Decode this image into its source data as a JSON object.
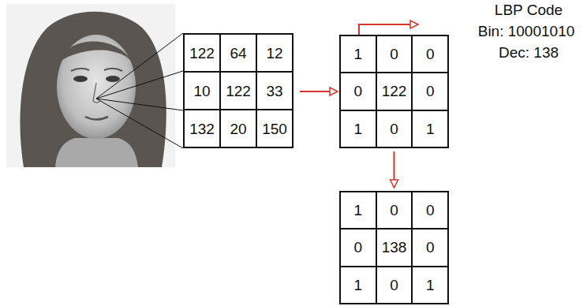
{
  "diagram": {
    "nodes": [
      {
        "text": [
          "122",
          "64",
          "12",
          "10",
          "122",
          "33",
          "132",
          "20",
          "150"
        ]
      },
      {
        "text": [
          "1",
          "0",
          "0",
          "0",
          "122",
          "0",
          "1",
          "0",
          "1"
        ]
      },
      {
        "text": [
          "1",
          "0",
          "0",
          "0",
          "138",
          "0",
          "1",
          "0",
          "1"
        ]
      }
    ],
    "edges": [
      {
        "from": 0,
        "to": 1,
        "arrow": "to"
      },
      {
        "from": 1,
        "to": 2,
        "arrow": "to"
      }
    ],
    "labels": [
      "LBP Code",
      "Bin: 10001010",
      "Dec: 138"
    ]
  }
}
